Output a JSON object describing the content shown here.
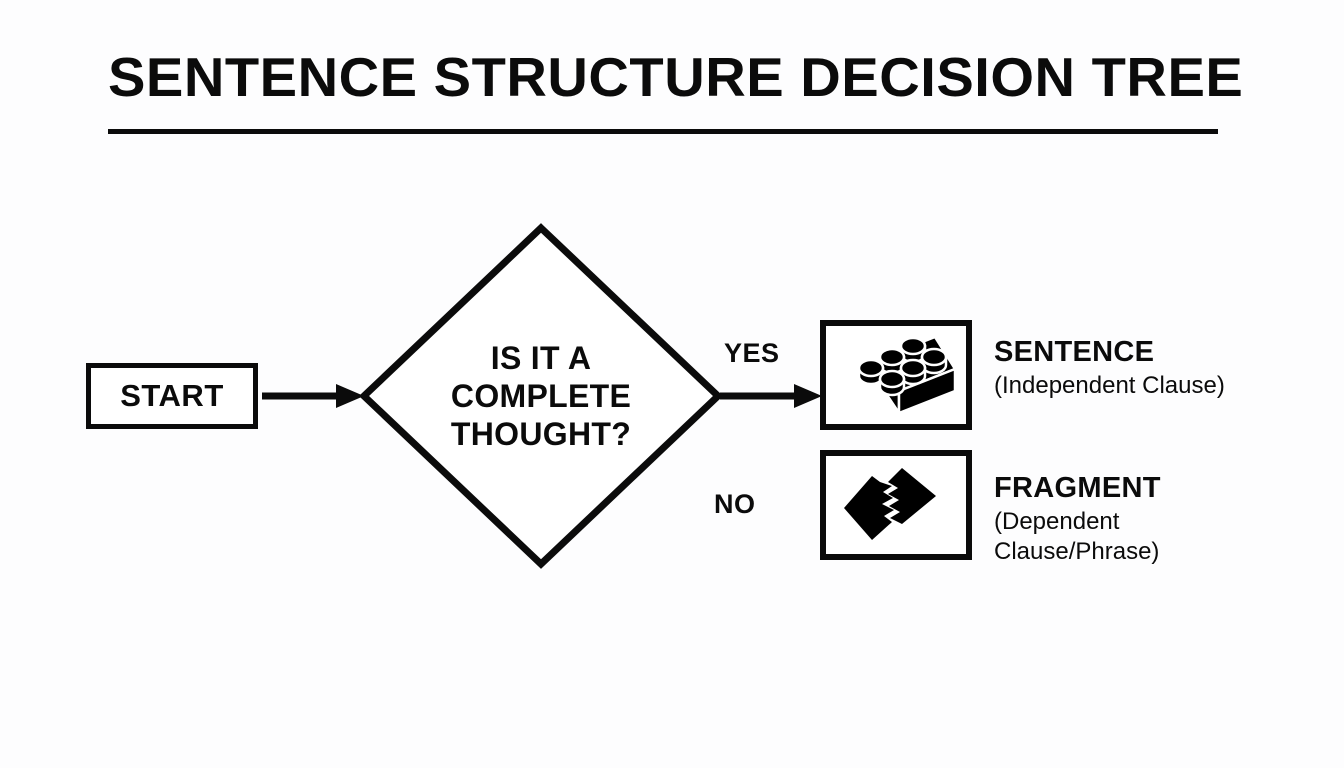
{
  "page": {
    "title": "SENTENCE STRUCTURE DECISION TREE",
    "background_color": "#fdfdfe",
    "ink_color": "#0b0b0b"
  },
  "diagram": {
    "type": "flowchart",
    "start": {
      "label": "START"
    },
    "decision": {
      "line1": "IS IT A",
      "line2": "COMPLETE",
      "line3": "THOUGHT?"
    },
    "branches": {
      "yes_label": "YES",
      "no_label": "NO"
    },
    "outcomes": [
      {
        "icon": "lego-brick-icon",
        "title": "SENTENCE",
        "subtitle": "(Independent Clause)"
      },
      {
        "icon": "broken-piece-icon",
        "title": "FRAGMENT",
        "subtitle_line1": "(Dependent",
        "subtitle_line2": "Clause/Phrase)"
      }
    ]
  }
}
